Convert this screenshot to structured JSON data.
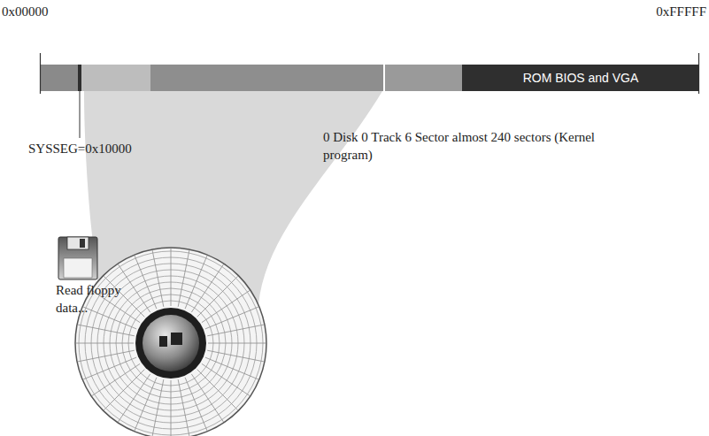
{
  "diagram": {
    "nodes": [
      {
        "text": [
          "ROM BIOS and VGA"
        ]
      }
    ],
    "labels": [
      "0x00000",
      "0xFFFFF",
      "SYSSEG=0x10000",
      "0 Disk 0 Track 6 Sector almost 240 sectors (Kernel program)",
      "Read floppy data..."
    ]
  }
}
